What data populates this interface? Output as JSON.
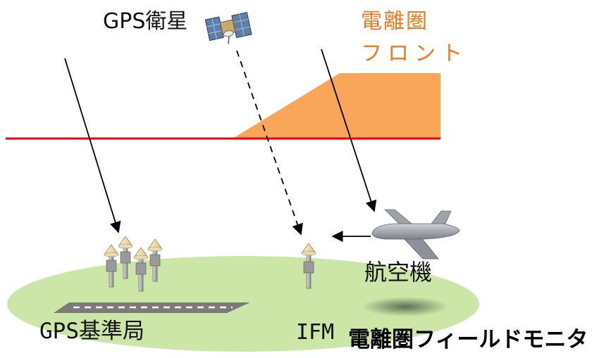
{
  "labels": {
    "gps_satellite": "GPS衛星",
    "ionospheric_front_line1": "電離圏",
    "ionospheric_front_line2": "フロント",
    "aircraft": "航空機",
    "gps_reference_station": "GPS基準局",
    "ifm": "IFM",
    "ionospheric_field_monitor": "電離圏フィールドモニタ"
  },
  "colors": {
    "front_text": "#f07a1e",
    "front_fill": "#f9a65a",
    "ionosphere_line": "#e8000b",
    "ground_fill": "#cce6a8",
    "runway": "#7a7a7a",
    "antenna_dome": "#ecd9a2"
  },
  "icons": [
    "satellite-icon",
    "aircraft-icon",
    "antenna-icon",
    "runway-icon"
  ]
}
